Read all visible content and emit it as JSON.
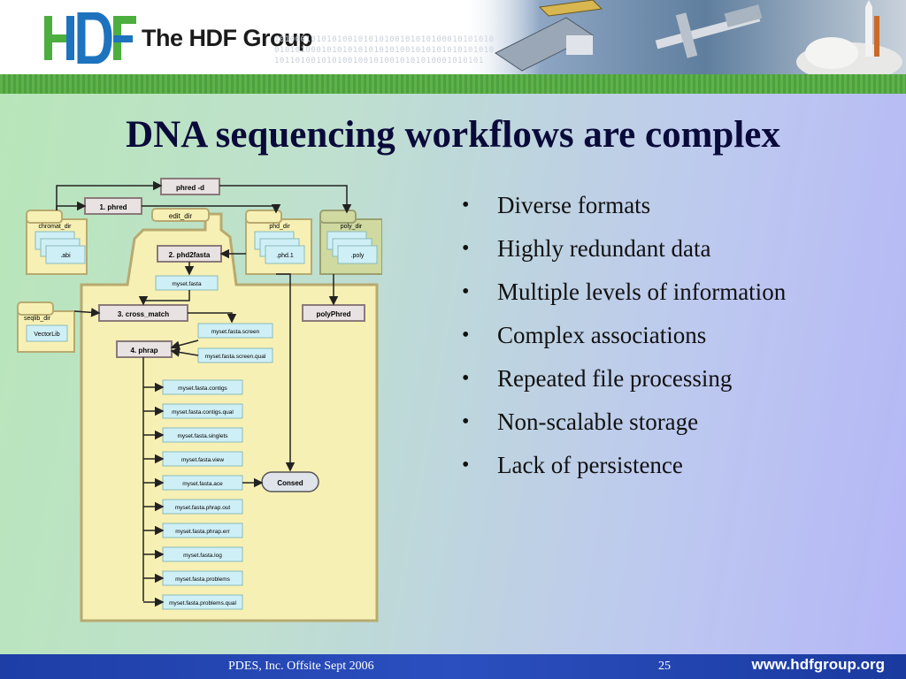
{
  "header": {
    "logo_text": "The HDF Group",
    "binary_rows": [
      "101000101010100101010100101010100010101010",
      "010101000101010101010101001010101010101010",
      "1011010010101001001010010101010001010101"
    ]
  },
  "slide": {
    "title": "DNA sequencing workflows are complex",
    "bullets": [
      "Diverse formats",
      "Highly redundant data",
      "Multiple levels of information",
      "Complex associations",
      "Repeated file processing",
      "Non-scalable storage",
      "Lack of persistence"
    ]
  },
  "diagram": {
    "folders": {
      "chromat_dir": "chromat_dir",
      "edit_dir": "edit_dir",
      "phd_dir": "phd_dir",
      "poly_dir": "poly_dir",
      "seqlib_dir": "seqlib_dir"
    },
    "file_labels": {
      "abi": ".abi",
      "phd1": ".phd.1",
      "poly": ".poly",
      "vectorlib": "VectorLib"
    },
    "processes": {
      "phred_d": "phred -d",
      "phred": "1. phred",
      "phd2fasta": "2. phd2fasta",
      "cross_match": "3. cross_match",
      "phrap": "4. phrap",
      "polyphred": "polyPhred",
      "consed": "Consed"
    },
    "files": {
      "myset_fasta": "myset.fasta",
      "screen": "myset.fasta.screen",
      "screen_qual": "myset.fasta.screen.qual"
    },
    "outputs": [
      "myset.fasta.contigs",
      "myset.fasta.contigs.qual",
      "myset.fasta.singlets",
      "myset.fasta.view",
      "myset.fasta.ace",
      "myset.fasta.phrap.out",
      "myset.fasta.phrap.err",
      "myset.fasta.log",
      "myset.fasta.problems",
      "myset.fasta.problems.qual"
    ]
  },
  "footer": {
    "left": "PDES, Inc. Offsite Sept 2006",
    "page": "25",
    "url": "www.hdfgroup.org"
  },
  "colors": {
    "title": "#0a0a3a",
    "footer": "#2b4fbf",
    "green_band": "#5db24a",
    "logo_green": "#4cae3f",
    "logo_blue": "#1e73be",
    "diagram_folder": "#f7f0b4",
    "diagram_process": "#e9e2e2",
    "diagram_file": "#cfeff6"
  }
}
